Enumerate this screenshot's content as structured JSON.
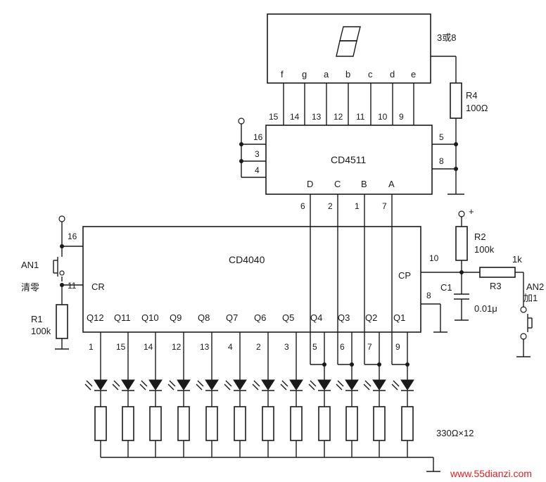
{
  "display": {
    "segments": [
      "f",
      "g",
      "a",
      "b",
      "c",
      "d",
      "e"
    ],
    "pins": [
      "15",
      "14",
      "13",
      "12",
      "11",
      "10",
      "9"
    ],
    "note": "3或8"
  },
  "decoder": {
    "name": "CD4511",
    "left_pins": [
      "16",
      "3",
      "4"
    ],
    "right_pins": [
      "5",
      "8"
    ],
    "inputs": [
      "D",
      "C",
      "B",
      "A"
    ],
    "input_pins": [
      "6",
      "2",
      "1",
      "7"
    ]
  },
  "counter": {
    "name": "CD4040",
    "reset_label": "CR",
    "clock_label": "CP",
    "reset_pins": [
      "16",
      "11"
    ],
    "clock_pin": "10",
    "ground_pin": "8",
    "outputs": [
      "Q12",
      "Q11",
      "Q10",
      "Q9",
      "Q8",
      "Q7",
      "Q6",
      "Q5",
      "Q4",
      "Q3",
      "Q2",
      "Q1"
    ],
    "output_pins": [
      "1",
      "15",
      "14",
      "12",
      "13",
      "4",
      "2",
      "3",
      "5",
      "6",
      "7",
      "9"
    ]
  },
  "components": {
    "r1": {
      "name": "R1",
      "value": "100k"
    },
    "r2": {
      "name": "R2",
      "value": "100k"
    },
    "r3": {
      "name": "R3",
      "value": "1k"
    },
    "r4": {
      "name": "R4",
      "value": "100Ω"
    },
    "c1": {
      "name": "C1",
      "value": "0.01μ"
    },
    "an1": {
      "name": "AN1",
      "label": "清零"
    },
    "an2": {
      "name": "AN2",
      "label": "加1"
    },
    "plus": "+",
    "led_resistors": "330Ω×12"
  },
  "watermark": "www.55dianzi.com"
}
